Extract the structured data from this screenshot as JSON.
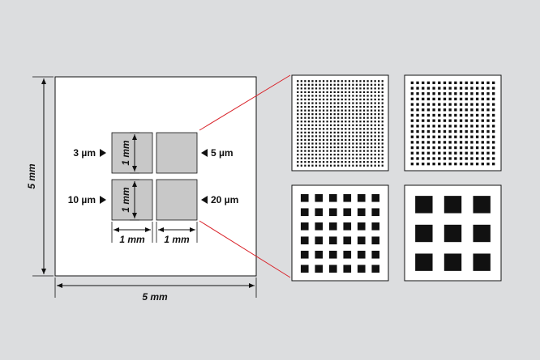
{
  "substrate": {
    "width_label": "5 mm",
    "height_label": "5 mm"
  },
  "cells": {
    "width_label_left": "1 mm",
    "width_label_right": "1 mm",
    "height_label_top": "1 mm",
    "height_label_bottom": "1 mm"
  },
  "markers": {
    "top_left": "3 µm",
    "top_right": "5 µm",
    "bottom_left": "10 µm",
    "bottom_right": "20 µm"
  },
  "zoom_patterns": [
    {
      "name": "top-left",
      "grid": 24
    },
    {
      "name": "top-right",
      "grid": 16
    },
    {
      "name": "bottom-left",
      "grid": 6
    },
    {
      "name": "bottom-right",
      "grid": 3
    }
  ],
  "colors": {
    "background": "#dcdddf",
    "cell_fill": "#c8c8c8",
    "callout_line": "#d9232a",
    "stroke": "#111111"
  }
}
